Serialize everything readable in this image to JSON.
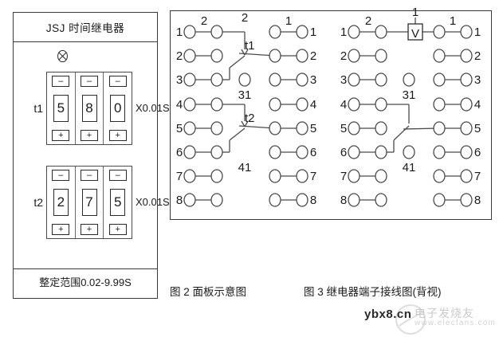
{
  "panel": {
    "title": "JSJ  时间继电器",
    "indicator_icon": "lamp-cross-icon",
    "setters": [
      {
        "id": "t1",
        "label": "t1",
        "unit": "X0.01S",
        "digits": [
          "5",
          "8",
          "0"
        ],
        "minus_label": "–",
        "plus_label": "+"
      },
      {
        "id": "t2",
        "label": "t2",
        "unit": "X0.01S",
        "digits": [
          "2",
          "7",
          "5"
        ],
        "minus_label": "–",
        "plus_label": "+"
      }
    ],
    "range_text": "整定范围0.02-9.99S"
  },
  "captions": {
    "fig2": "图 2  面板示意图",
    "fig3": "图 3  继电器端子接线图(背视)"
  },
  "terminal_diagram": {
    "left_column_numbers": [
      "1",
      "2",
      "3",
      "4",
      "5",
      "6",
      "7",
      "8"
    ],
    "right_column_numbers": [
      "1",
      "2",
      "3",
      "4",
      "5",
      "6",
      "7",
      "8"
    ],
    "left_block": {
      "wire_label_top_left": "2",
      "wire_label_top_vertical": "2",
      "wire_label_right_top": "1",
      "contact_labels": [
        "t1",
        "31",
        "t2",
        "41"
      ]
    },
    "right_block": {
      "wire_label_top_left": "2",
      "wire_label_top_center": "1",
      "wire_label_right_top": "1",
      "component_label": "V",
      "contact_labels": [
        "31",
        "41"
      ]
    }
  },
  "watermarks": {
    "ybx8": "ybx8.cn",
    "elecfans_cn": "电子发烧友",
    "elecfans_url": "www.elecfans.com"
  },
  "colors": {
    "line": "#3a3a3a",
    "text": "#1a1a1a",
    "watermark": "#d0d0d0"
  }
}
